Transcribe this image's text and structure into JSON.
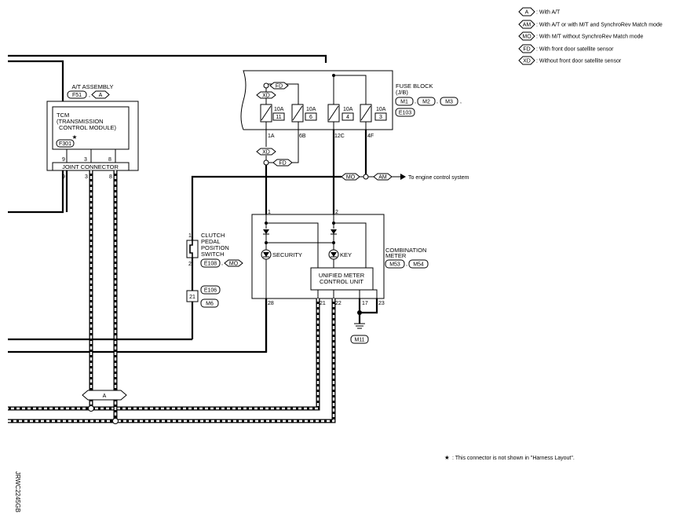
{
  "legend": [
    {
      "code": "A",
      "text": ": With A/T"
    },
    {
      "code": "AM",
      "text": ": With A/T or with M/T and SynchroRev Match mode"
    },
    {
      "code": "MO",
      "text": ": With M/T without SynchroRev Match mode"
    },
    {
      "code": "FD",
      "text": ": With front door satellite sensor"
    },
    {
      "code": "XD",
      "text": ": Without front door satellite sensor"
    }
  ],
  "at_assembly": {
    "title": "A/T ASSEMBLY",
    "conn": "F51",
    "cond": "A",
    "tcm_line1": "TCM",
    "tcm_line2": "(TRANSMISSION",
    "tcm_line3": "CONTROL MODULE)",
    "tcm_conn": "F301",
    "joint": "JOINT CONNECTOR",
    "pins_top": [
      "9",
      "3",
      "8"
    ],
    "pins_bottom": [
      "9",
      "3",
      "8"
    ]
  },
  "fuse_block": {
    "title1": "FUSE BLOCK",
    "title2": "(J/B)",
    "conns": [
      "M1",
      "M2",
      "M3"
    ],
    "conn2": "E103",
    "fuses": [
      {
        "amp": "10A",
        "num": "11",
        "pin": "1A"
      },
      {
        "amp": "10A",
        "num": "6",
        "pin": "6B"
      },
      {
        "amp": "10A",
        "num": "4",
        "pin": "12C"
      },
      {
        "amp": "10A",
        "num": "3",
        "pin": "4F"
      }
    ]
  },
  "engine_label": "To engine control system",
  "clutch": {
    "line1": "CLUTCH",
    "line2": "PEDAL",
    "line3": "POSITION",
    "line4": "SWITCH",
    "conn": "E108",
    "cond": "MO",
    "pin1": "1",
    "pin2": "2",
    "joint_pin": "21",
    "jconn1": "E106",
    "jconn2": "M6"
  },
  "meter": {
    "title1": "COMBINATION",
    "title2": "METER",
    "conn1": "M53",
    "conn2": "M54",
    "security": "SECURITY",
    "key": "KEY",
    "unit1": "UNIFIED METER",
    "unit2": "CONTROL UNIT",
    "pins": [
      "1",
      "2",
      "28",
      "21",
      "22",
      "17",
      "23"
    ],
    "ground": "M11"
  },
  "junction": "A",
  "footnote": ": This connector is not shown in \"Harness Layout\".",
  "side_code": "JRWC2245GB"
}
